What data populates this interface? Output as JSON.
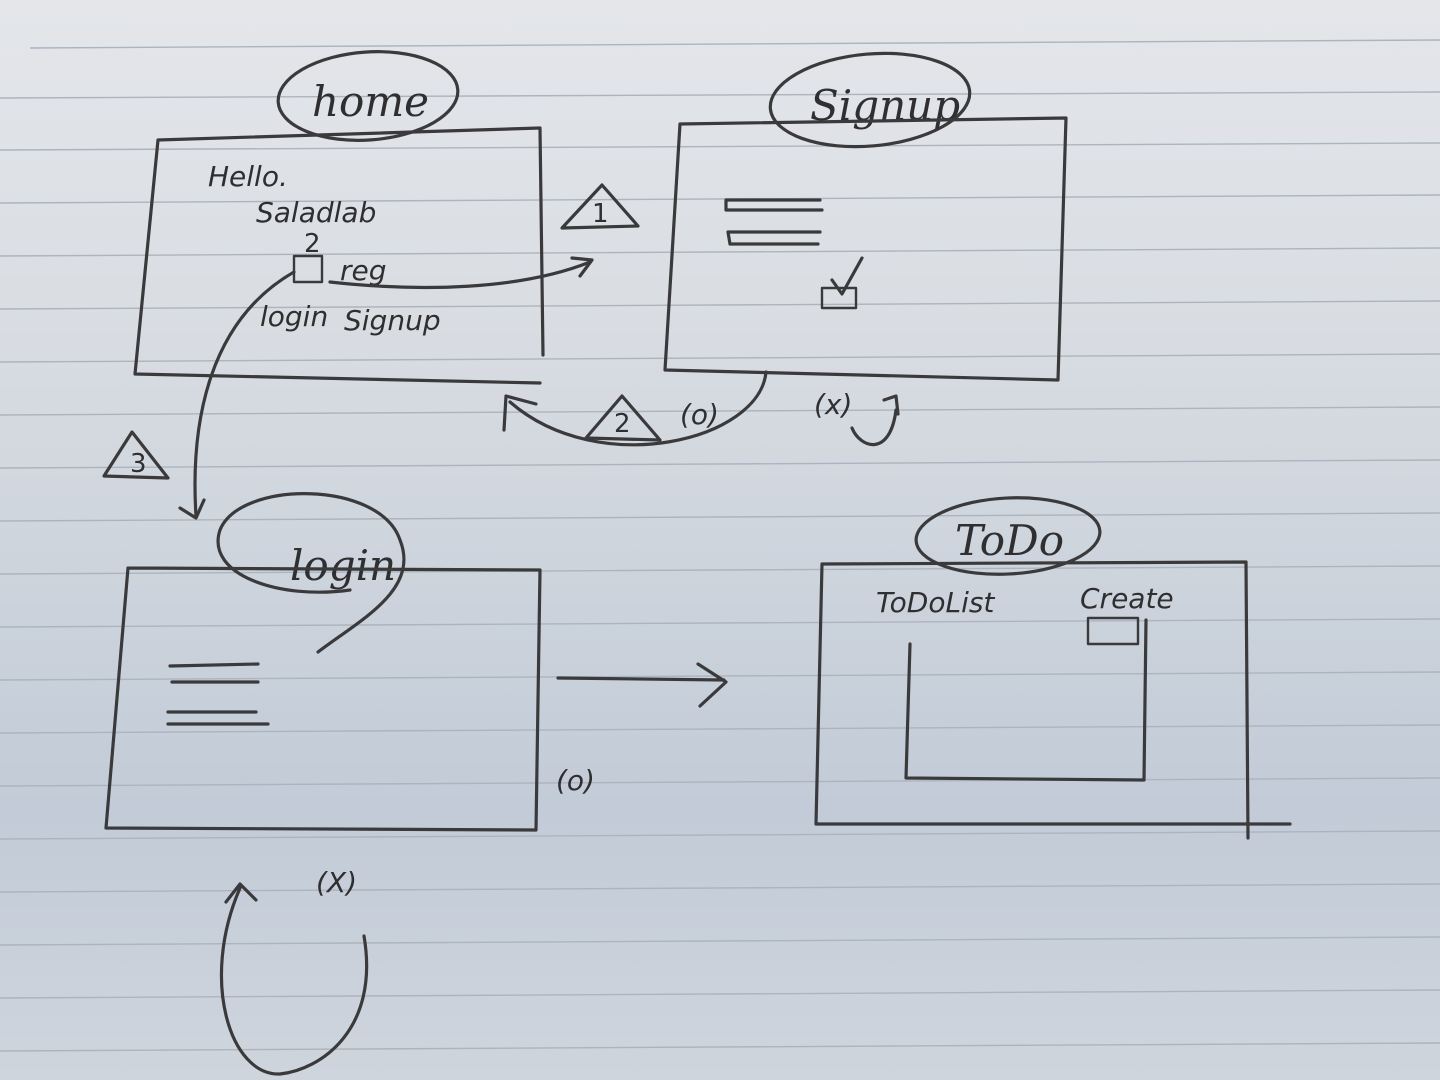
{
  "screens": {
    "home": {
      "title": "home",
      "greeting": "Hello.",
      "app_name": "Saladlab",
      "button_label": "reg",
      "login_link": "login",
      "signup_link": "Signup"
    },
    "signup": {
      "title": "Signup"
    },
    "login": {
      "title": "login"
    },
    "todo": {
      "title": "ToDo",
      "list_label": "ToDoList",
      "create_label": "Create"
    }
  },
  "flow_markers": {
    "step_1": "1",
    "step_2": "2",
    "step_3": "3",
    "home_step_badge": "2",
    "signup_success": "(o)",
    "signup_fail": "(x)",
    "login_success": "(o)",
    "login_fail": "(X)"
  }
}
